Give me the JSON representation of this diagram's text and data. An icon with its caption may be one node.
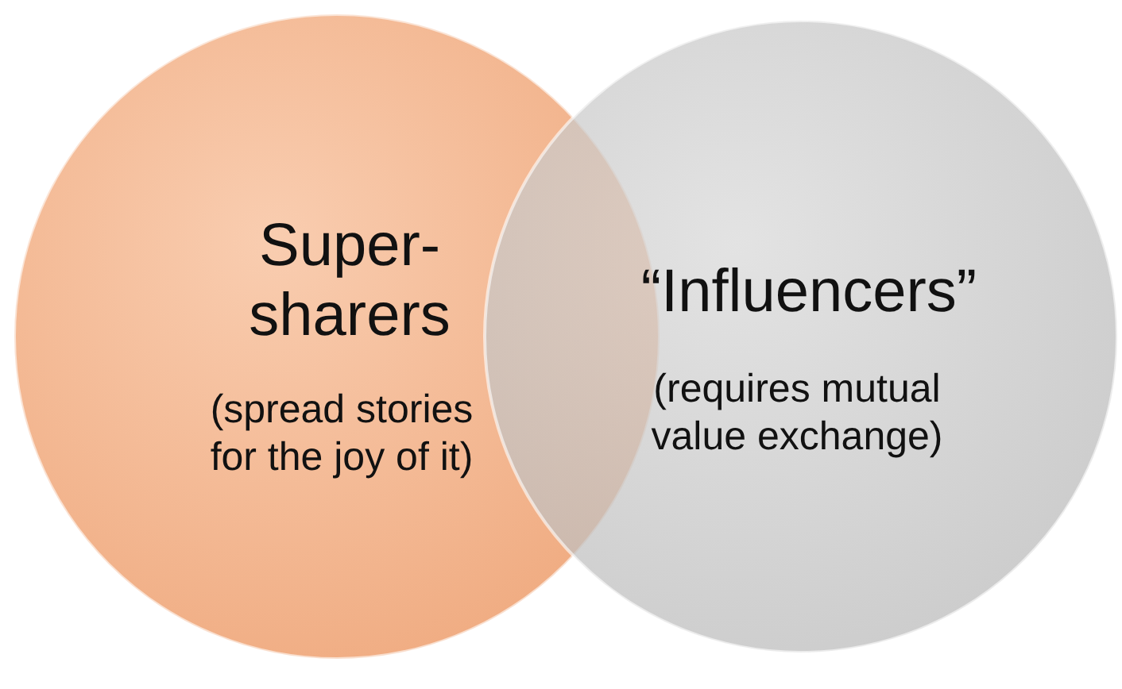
{
  "diagram": {
    "nodes": [
      {
        "text": [
          "Super- sharers",
          "(spread stories for the joy of it)"
        ]
      },
      {
        "text": [
          "“Influencers”",
          "(requires mutual value exchange)"
        ]
      }
    ]
  }
}
